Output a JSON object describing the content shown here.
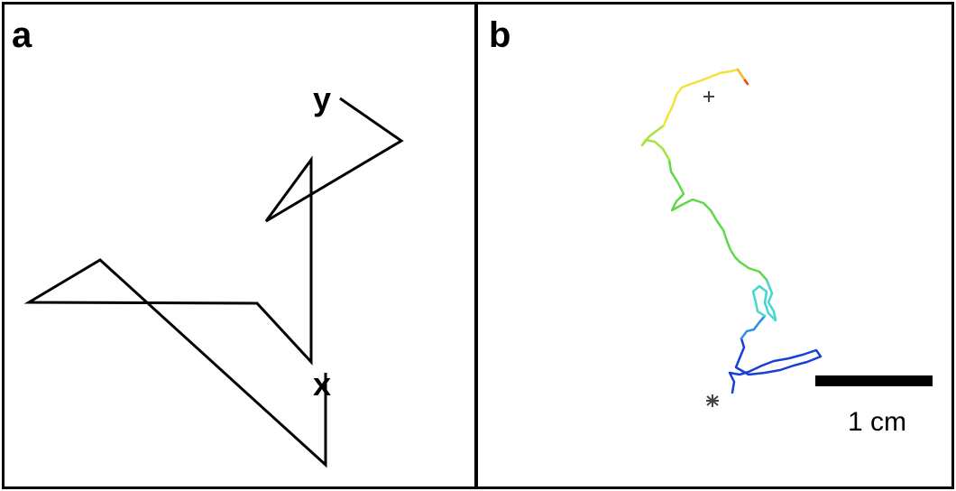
{
  "panel_a": {
    "letter": "a",
    "start_label": "x",
    "end_label": "y",
    "path_color": "#000000"
  },
  "panel_b": {
    "letter": "b",
    "scale_bar_label": "1 cm",
    "start_marker": "*",
    "end_marker": "+",
    "track_colormap": [
      "#1a3fd6",
      "#2f8fe8",
      "#45d6d0",
      "#5fd84a",
      "#a8e23a",
      "#f2e23a",
      "#f5b92e",
      "#e8421f"
    ]
  }
}
